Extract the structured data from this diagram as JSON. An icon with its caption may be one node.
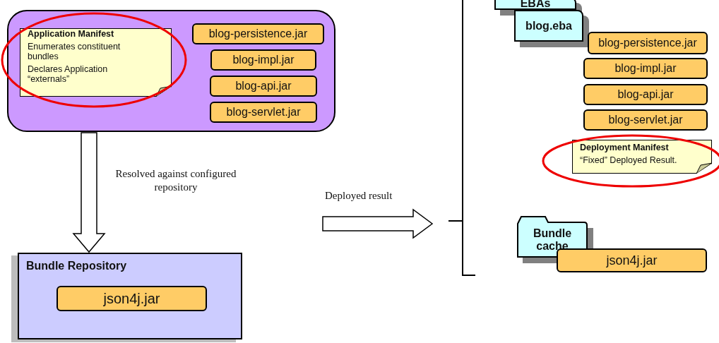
{
  "diagram": {
    "nodes": [
      {
        "text": [],
        "shape": "box"
      },
      {
        "text": [
          "Application Manifest",
          "Enumerates constituent bundles",
          "Declares Application “externals”"
        ],
        "in": 0
      },
      {
        "text": [
          "blog-persistence.jar"
        ],
        "in": 0
      },
      {
        "text": [
          "blog-impl.jar"
        ],
        "in": 0
      },
      {
        "text": [
          "blog-api.jar"
        ],
        "in": 0
      },
      {
        "text": [
          "blog-servlet.jar"
        ],
        "in": 0
      },
      {
        "text": [
          "Bundle Repository"
        ]
      },
      {
        "text": [
          "json4j.jar"
        ],
        "in": 6
      },
      {
        "text": [
          "EBAs"
        ]
      },
      {
        "text": [
          "blog.eba"
        ]
      },
      {
        "text": [
          "blog-persistence.jar"
        ]
      },
      {
        "text": [
          "blog-impl.jar"
        ]
      },
      {
        "text": [
          "blog-api.jar"
        ]
      },
      {
        "text": [
          "blog-servlet.jar"
        ]
      },
      {
        "text": [
          "Deployment Manifest",
          "“Fixed” Deployed Result."
        ]
      },
      {
        "text": [
          "Bundle cache"
        ]
      },
      {
        "text": [
          "json4j.jar"
        ]
      }
    ],
    "edges": [
      {
        "from": 0,
        "to": 6,
        "arrow": "to",
        "label": "Resolved against configured repository"
      }
    ],
    "labels": [
      "Deployed result"
    ]
  }
}
